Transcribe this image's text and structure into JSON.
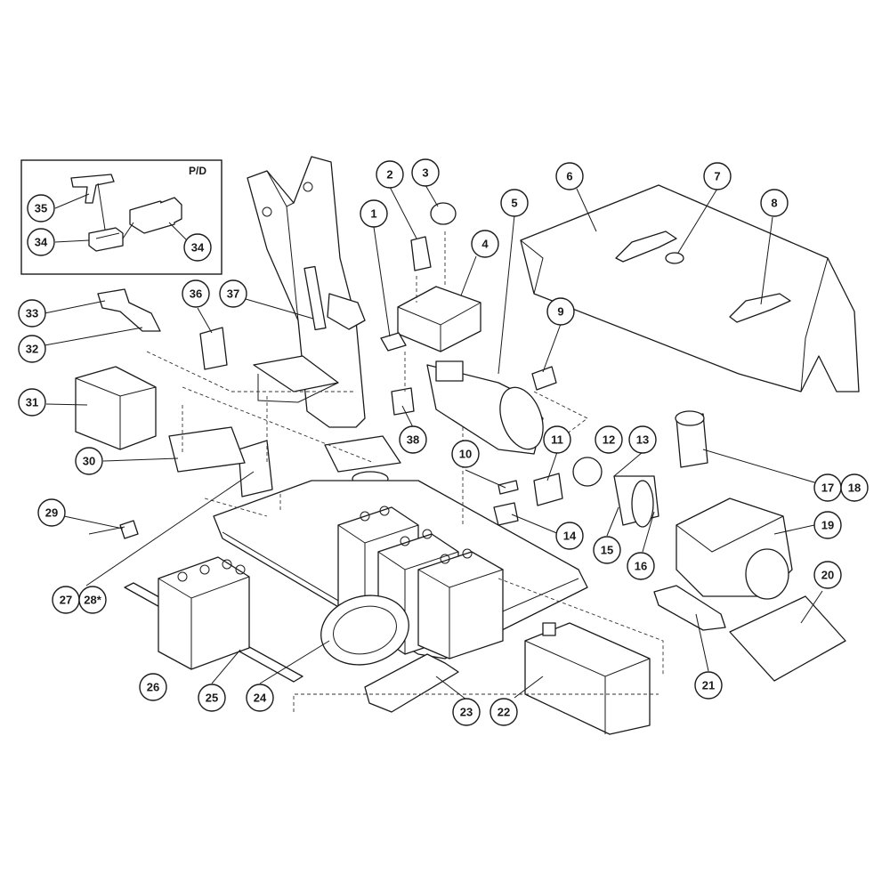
{
  "inset": {
    "label": "P/D"
  },
  "callouts": [
    {
      "id": "1",
      "label": "1"
    },
    {
      "id": "2",
      "label": "2"
    },
    {
      "id": "3",
      "label": "3"
    },
    {
      "id": "4",
      "label": "4"
    },
    {
      "id": "5",
      "label": "5"
    },
    {
      "id": "6",
      "label": "6"
    },
    {
      "id": "7",
      "label": "7"
    },
    {
      "id": "8",
      "label": "8"
    },
    {
      "id": "9",
      "label": "9"
    },
    {
      "id": "10",
      "label": "10"
    },
    {
      "id": "11",
      "label": "11"
    },
    {
      "id": "12",
      "label": "12"
    },
    {
      "id": "13",
      "label": "13"
    },
    {
      "id": "14",
      "label": "14"
    },
    {
      "id": "15",
      "label": "15"
    },
    {
      "id": "16",
      "label": "16"
    },
    {
      "id": "17",
      "label": "17"
    },
    {
      "id": "18",
      "label": "18"
    },
    {
      "id": "19",
      "label": "19"
    },
    {
      "id": "20",
      "label": "20"
    },
    {
      "id": "21",
      "label": "21"
    },
    {
      "id": "22",
      "label": "22"
    },
    {
      "id": "23",
      "label": "23"
    },
    {
      "id": "24",
      "label": "24"
    },
    {
      "id": "25",
      "label": "25"
    },
    {
      "id": "26",
      "label": "26"
    },
    {
      "id": "27",
      "label": "27"
    },
    {
      "id": "28",
      "label": "28*"
    },
    {
      "id": "29",
      "label": "29"
    },
    {
      "id": "30",
      "label": "30"
    },
    {
      "id": "31",
      "label": "31"
    },
    {
      "id": "32",
      "label": "32"
    },
    {
      "id": "33",
      "label": "33"
    },
    {
      "id": "34a",
      "label": "34"
    },
    {
      "id": "34b",
      "label": "34"
    },
    {
      "id": "35",
      "label": "35"
    },
    {
      "id": "36",
      "label": "36"
    },
    {
      "id": "37",
      "label": "37"
    },
    {
      "id": "38",
      "label": "38"
    }
  ]
}
